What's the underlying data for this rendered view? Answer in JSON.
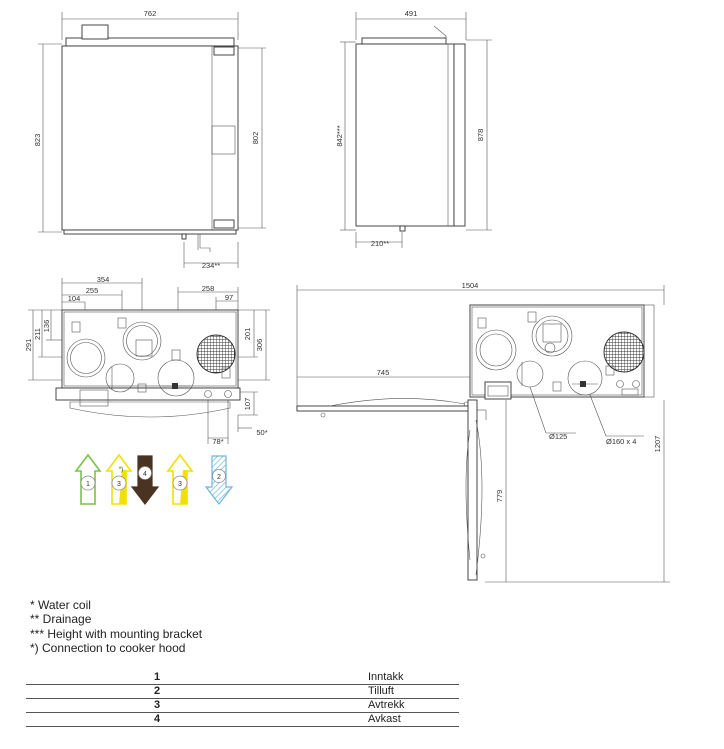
{
  "dimensions": {
    "front_width": "762",
    "front_height": "823",
    "front_inner_height": "802",
    "front_drain_offset": "234**",
    "side_width": "491",
    "side_height_bracket": "842***",
    "side_total_height": "878",
    "side_drain_offset": "210**",
    "top_offset_354": "354",
    "top_offset_255": "255",
    "top_offset_104": "104",
    "top_offset_258": "258",
    "top_offset_97": "97",
    "top_height_291": "291",
    "top_height_211": "211",
    "top_height_136": "136",
    "top_height_201": "201",
    "top_height_306": "306",
    "top_height_107": "107",
    "top_offset_78": "78*",
    "top_offset_50": "50*",
    "open_total_width": "1504",
    "open_door_width": "745",
    "open_door_depth": "779",
    "open_total_depth": "1207",
    "duct_small": "Ø125",
    "duct_large": "Ø160 x 4"
  },
  "arrows": [
    {
      "label": "1",
      "color": "#7cc24a"
    },
    {
      "label": "3",
      "color": "#f2e100",
      "note": "*)"
    },
    {
      "label": "4",
      "color": "#4a3320"
    },
    {
      "label": "3",
      "color": "#f2e100"
    },
    {
      "label": "2",
      "color": "#6db7e0"
    }
  ],
  "notes": [
    "* Water coil",
    "** Drainage",
    "*** Height with mounting bracket",
    "*) Connection to cooker hood"
  ],
  "legend": [
    {
      "number": "1",
      "name": "Inntakk"
    },
    {
      "number": "2",
      "name": "Tilluft"
    },
    {
      "number": "3",
      "name": "Avtrekk"
    },
    {
      "number": "4",
      "name": "Avkast"
    }
  ]
}
